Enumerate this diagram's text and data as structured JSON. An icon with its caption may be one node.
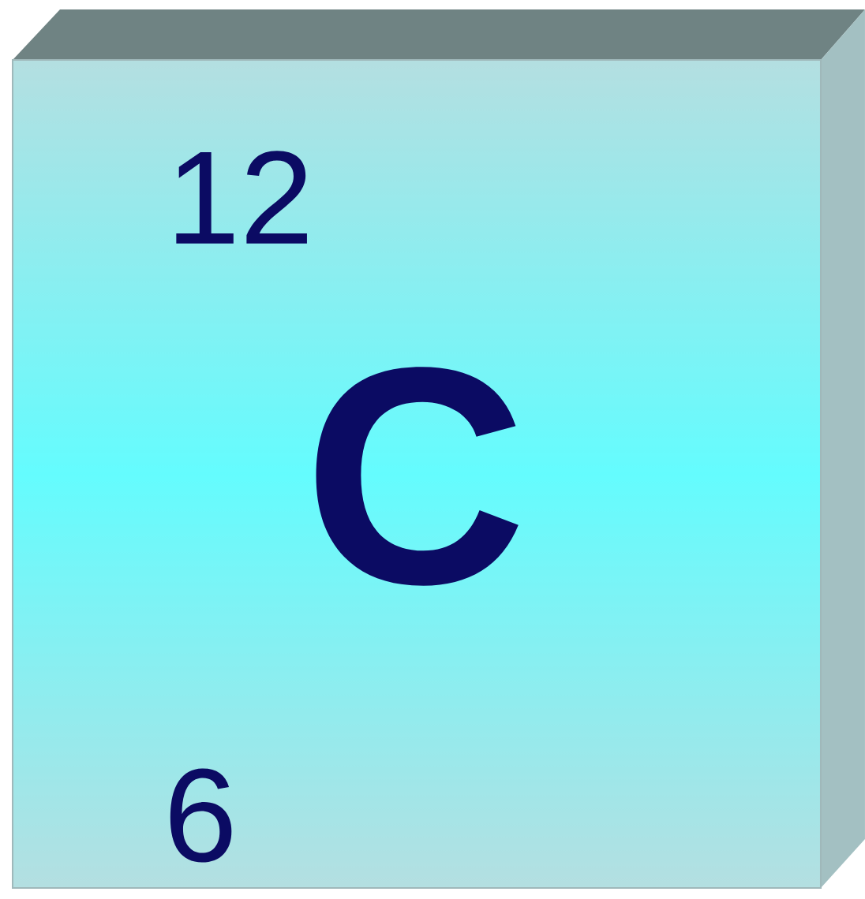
{
  "diagram": {
    "nodes": [
      {
        "text": [
          "12",
          "C",
          "6"
        ]
      }
    ]
  }
}
